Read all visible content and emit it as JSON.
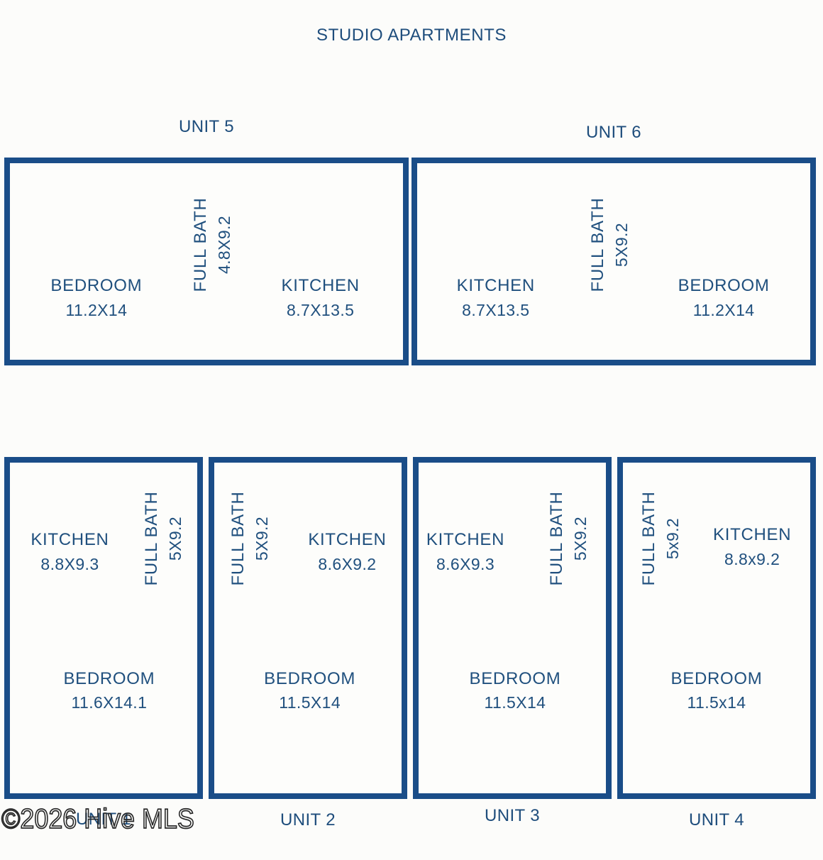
{
  "title": "STUDIO APARTMENTS",
  "watermark": "©2026 Hive MLS",
  "colors": {
    "wall_line": "#1a4d88",
    "text": "#1e4d7c",
    "watermark": "#262626",
    "background": "#fcfcfa"
  },
  "units": [
    {
      "label": "UNIT 5",
      "rooms": [
        {
          "name": "BEDROOM",
          "dims": "11.2X14"
        },
        {
          "name": "FULL BATH",
          "dims": "4.8X9.2"
        },
        {
          "name": "KITCHEN",
          "dims": "8.7X13.5"
        }
      ]
    },
    {
      "label": "UNIT 6",
      "rooms": [
        {
          "name": "KITCHEN",
          "dims": "8.7X13.5"
        },
        {
          "name": "FULL BATH",
          "dims": "5X9.2"
        },
        {
          "name": "BEDROOM",
          "dims": "11.2X14"
        }
      ]
    },
    {
      "label": "UNIT 1",
      "rooms": [
        {
          "name": "KITCHEN",
          "dims": "8.8X9.3"
        },
        {
          "name": "FULL BATH",
          "dims": "5X9.2"
        },
        {
          "name": "BEDROOM",
          "dims": "11.6X14.1"
        }
      ]
    },
    {
      "label": "UNIT 2",
      "rooms": [
        {
          "name": "FULL BATH",
          "dims": "5X9.2"
        },
        {
          "name": "KITCHEN",
          "dims": "8.6X9.2"
        },
        {
          "name": "BEDROOM",
          "dims": "11.5X14"
        }
      ]
    },
    {
      "label": "UNIT 3",
      "rooms": [
        {
          "name": "KITCHEN",
          "dims": "8.6X9.3"
        },
        {
          "name": "FULL BATH",
          "dims": "5X9.2"
        },
        {
          "name": "BEDROOM",
          "dims": "11.5X14"
        }
      ]
    },
    {
      "label": "UNIT 4",
      "rooms": [
        {
          "name": "FULL BATH",
          "dims": "5x9.2"
        },
        {
          "name": "KITCHEN",
          "dims": "8.8x9.2"
        },
        {
          "name": "BEDROOM",
          "dims": "11.5x14"
        }
      ]
    }
  ]
}
